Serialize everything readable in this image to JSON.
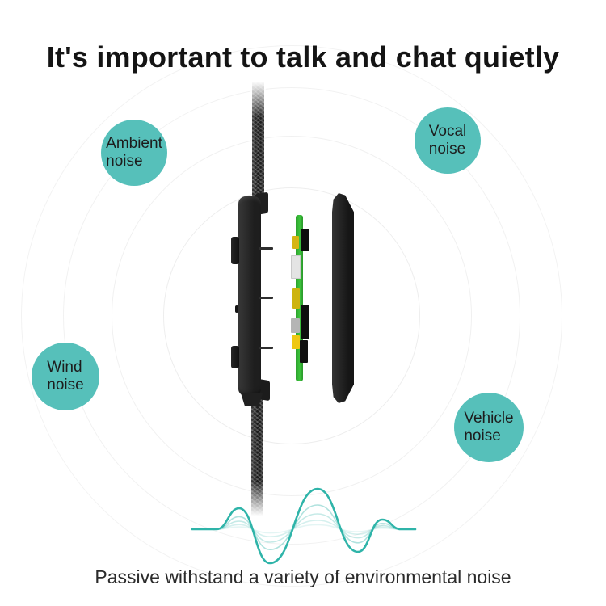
{
  "title": "It's important to talk and chat quietly",
  "caption": "Passive withstand a variety of environmental noise",
  "bubbles": [
    {
      "label": "Ambient noise",
      "line1": "Ambient",
      "line2": "noise"
    },
    {
      "label": "Vocal noise",
      "line1": "Vocal",
      "line2": "noise"
    },
    {
      "label": "Wind noise",
      "line1": "Wind",
      "line2": "noise"
    },
    {
      "label": "Vehicle noise",
      "line1": "Vehicle",
      "line2": "noise"
    }
  ],
  "colors": {
    "bubble_teal": "#56c0ba",
    "wave_teal": "#2fb4a9",
    "pcb_green": "#3cc43c",
    "housing_dark": "#242424",
    "title_text": "#141414",
    "caption_text": "#2b2b2b"
  },
  "waveform": {
    "baseline": 62,
    "anchors": [
      [
        8,
        62
      ],
      [
        38,
        62
      ],
      [
        66,
        36
      ],
      [
        104,
        104
      ],
      [
        163,
        12
      ],
      [
        213,
        90
      ],
      [
        243,
        50
      ],
      [
        266,
        62
      ],
      [
        284,
        62
      ]
    ],
    "echo_factors": [
      0.6,
      0.38,
      0.22,
      0.11
    ],
    "echo_opacities": [
      0.38,
      0.28,
      0.2,
      0.13
    ]
  }
}
